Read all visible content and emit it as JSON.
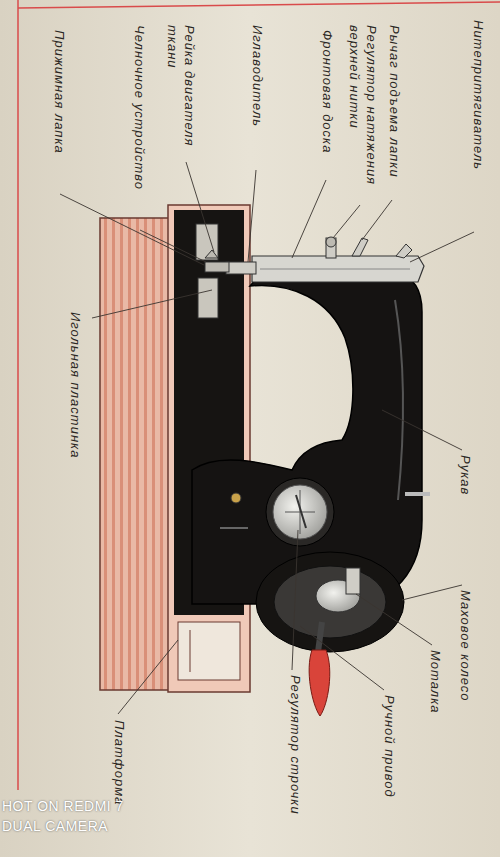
{
  "diagram": {
    "labels": [
      "Нитепритягиватель",
      "Рычаг подъема лапки",
      "Регулятор натяжения верхней нитки",
      "Фронтовая доска",
      "Иглаводитель",
      "Рейка двигателя ткани",
      "Челночное устройство",
      "Прижимная лапка",
      "Игольная пластинка",
      "Рукав",
      "Маховое колесо",
      "Моталка",
      "Ручной привод",
      "Регулятор строчки",
      "Платформа",
      "HOT ON REDMI 7",
      "DUAL CAMERA"
    ]
  }
}
